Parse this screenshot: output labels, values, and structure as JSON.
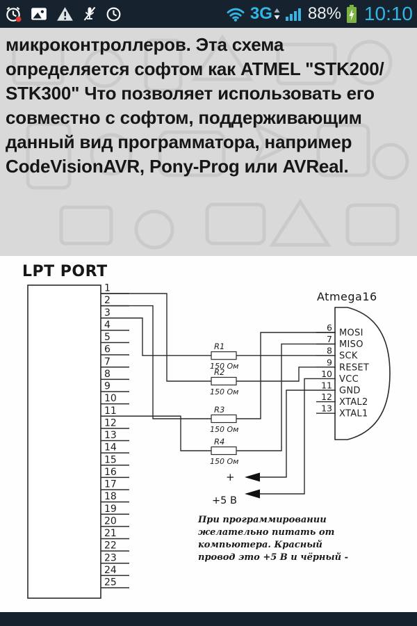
{
  "status_bar": {
    "time": "10:10",
    "battery_percent": "88%",
    "network": "3G",
    "left_icons": [
      "alarm-icon",
      "gallery-icon",
      "warning-icon",
      "mic-muted-icon",
      "clock-icon"
    ],
    "right_icons": [
      "wifi-icon",
      "network-arrows-icon",
      "signal-icon",
      "battery-icon"
    ]
  },
  "article": {
    "lines": [
      "микроконтроллеров. Эта схема",
      "определяется софтом как ATMEL \"STK200/",
      "STK300\" Что позволяет использовать его",
      "совместно с софтом, поддерживающим",
      "данный вид программатора, например",
      "CodeVisionAVR, Pony-Prog или AVReal."
    ]
  },
  "diagram": {
    "lpt_label": "LPT PORT",
    "chip_label": "Atmega16",
    "lpt_pins": [
      "1",
      "2",
      "3",
      "4",
      "5",
      "6",
      "7",
      "8",
      "9",
      "10",
      "11",
      "12",
      "13",
      "14",
      "15",
      "16",
      "17",
      "18",
      "19",
      "20",
      "21",
      "22",
      "23",
      "24",
      "25"
    ],
    "chip_pins": [
      {
        "num": "6",
        "label": "MOSI"
      },
      {
        "num": "7",
        "label": "MISO"
      },
      {
        "num": "8",
        "label": "SCK"
      },
      {
        "num": "9",
        "label": "RESET"
      },
      {
        "num": "10",
        "label": "VCC"
      },
      {
        "num": "11",
        "label": "GND"
      },
      {
        "num": "12",
        "label": "XTAL2"
      },
      {
        "num": "13",
        "label": "XTAL1"
      }
    ],
    "resistors": [
      {
        "name": "R1",
        "value": "150 Ом"
      },
      {
        "name": "R2",
        "value": "150 Ом"
      },
      {
        "name": "R3",
        "value": "150 Ом"
      },
      {
        "name": "R4",
        "value": "150 Ом"
      }
    ],
    "power": {
      "plus": "+",
      "label": "+5 В"
    },
    "note_lines": [
      "При программировании",
      "желательно питать от",
      "компьютера. Красный",
      "провод это +5 В и чёрный -"
    ]
  },
  "colors": {
    "accent": "#33b5e5",
    "battery": "#7cb342",
    "bar_bg": "#16232e",
    "page_bg": "#d9d9d9",
    "panel_bg": "#ffffff",
    "ink": "#1d1d1d"
  }
}
